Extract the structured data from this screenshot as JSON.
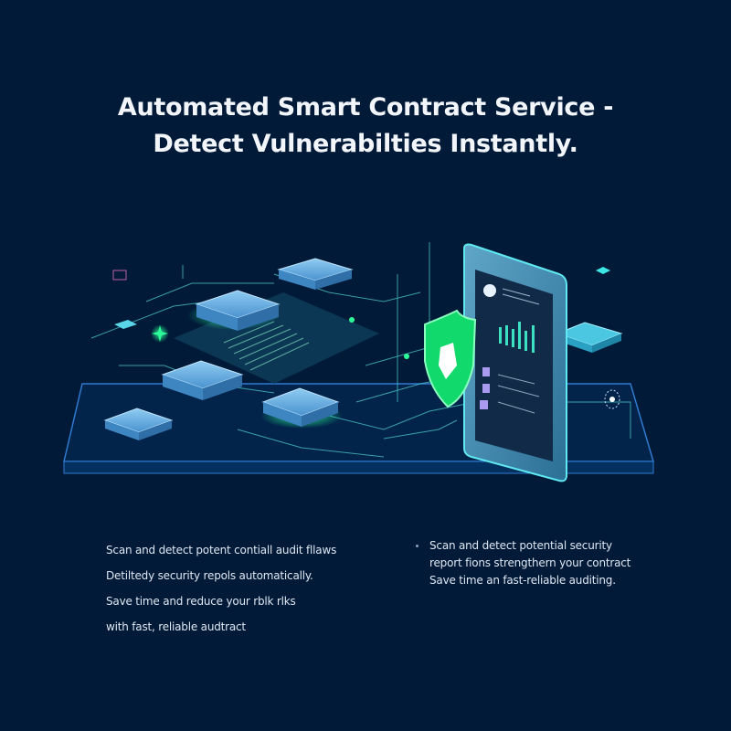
{
  "headline": {
    "line1": "Automated Smart Contract Service -",
    "line2": "Detect Vulnerabilties Instantly."
  },
  "features_left": {
    "items": [
      "Scan and detect potent contiall audit fllaws",
      "Detiltedy security repols automatically.",
      "Save time and reduce your rblk rlks",
      "with fast, reliable audtract"
    ]
  },
  "features_right": {
    "items": [
      "Scan and detect potential security",
      "report fions strengthern your contract",
      "Save time an fast-reliable auditing."
    ]
  },
  "illustration": {
    "shield_icon": "shield-check-icon",
    "device_icon": "tablet-report-icon",
    "chart_bars": [
      28,
      40,
      34,
      48,
      30,
      44
    ]
  },
  "colors": {
    "background": "#001a38",
    "accent_green": "#19e07a",
    "accent_cyan": "#3fd0e6",
    "block_blue": "#6fb4e6",
    "text": "#ffffff"
  }
}
